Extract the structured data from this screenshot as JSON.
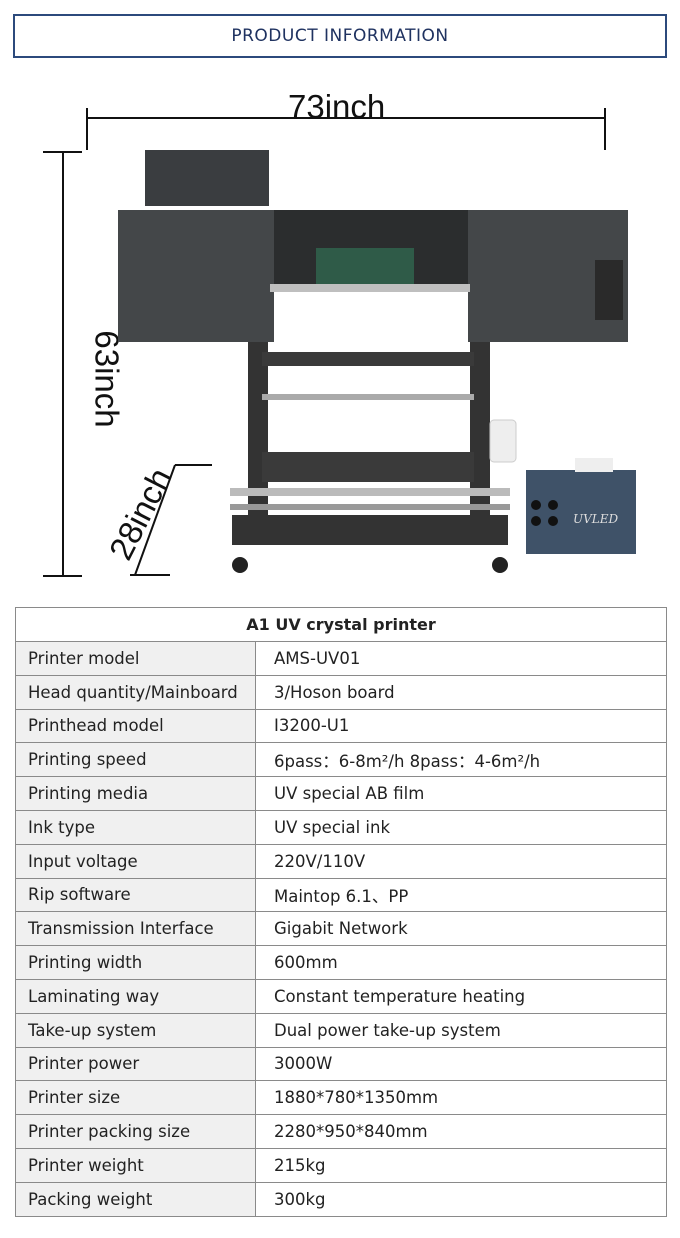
{
  "header": {
    "title": "PRODUCT INFORMATION"
  },
  "dimensions": {
    "width": "73inch",
    "height": "63inch",
    "depth": "28inch"
  },
  "product_image": {
    "lamp_label": "UVLED"
  },
  "table": {
    "title": "A1 UV crystal printer",
    "rows": [
      {
        "label": "Printer model",
        "value": "AMS-UV01"
      },
      {
        "label": "Head quantity/Mainboard",
        "value": "3/Hoson board"
      },
      {
        "label": "Printhead model",
        "value": "I3200-U1"
      },
      {
        "label": "Printing speed",
        "value": "6pass：6-8m²/h  8pass：4-6m²/h"
      },
      {
        "label": "Printing media",
        "value": "UV special AB film"
      },
      {
        "label": "Ink type",
        "value": "UV special ink"
      },
      {
        "label": "Input voltage",
        "value": "220V/110V"
      },
      {
        "label": "Rip software",
        "value": "Maintop 6.1、PP"
      },
      {
        "label": " Transmission Interface",
        "value": "Gigabit Network"
      },
      {
        "label": "Printing width",
        "value": "600mm"
      },
      {
        "label": "Laminating way",
        "value": "Constant temperature heating"
      },
      {
        "label": " Take-up system",
        "value": "Dual power take-up system"
      },
      {
        "label": "Printer power",
        "value": "3000W"
      },
      {
        "label": "Printer size",
        "value": "1880*780*1350mm"
      },
      {
        "label": "Printer packing size",
        "value": "2280*950*840mm"
      },
      {
        "label": "Printer weight",
        "value": "215kg"
      },
      {
        "label": "Packing weight",
        "value": "300kg"
      }
    ]
  }
}
